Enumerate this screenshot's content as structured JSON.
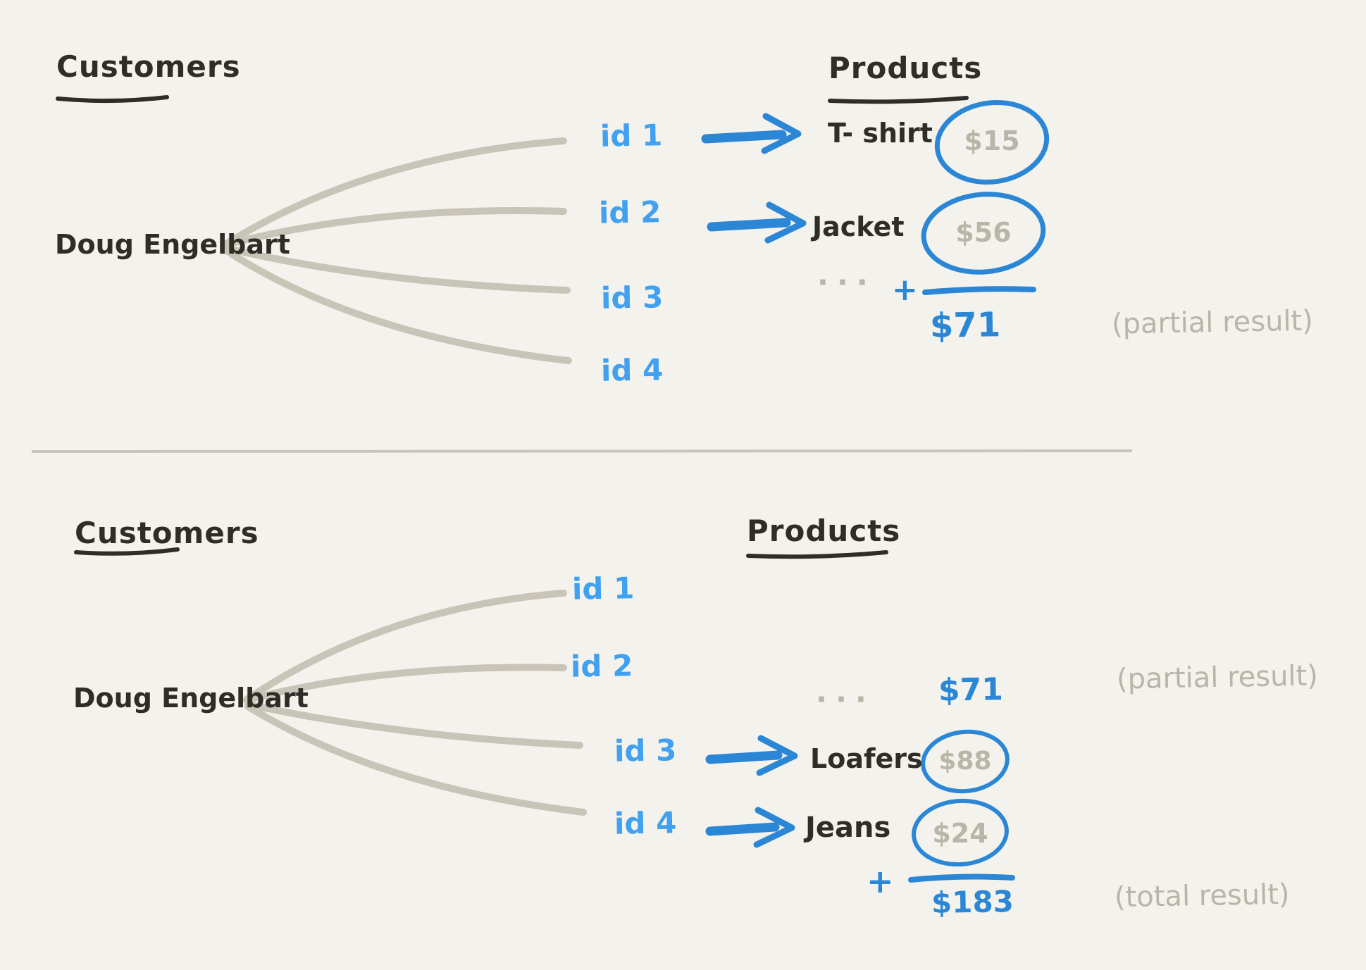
{
  "colors": {
    "background": "#f4f2ec",
    "ink": "#2f2d28",
    "fan_gray": "#c8c4b7",
    "muted_text_gray": "#b9b5a8",
    "id_blue": "#41a1f0",
    "accent_blue": "#2b87d6"
  },
  "top": {
    "customers_title": "Customers",
    "customer_name": "Doug Engelbart",
    "products_title": "Products",
    "ids": [
      "id 1",
      "id 2",
      "id 3",
      "id 4"
    ],
    "mapped": [
      {
        "id": "id 1",
        "product": "T- shirt",
        "price": "$15"
      },
      {
        "id": "id 2",
        "product": "Jacket",
        "price": "$56"
      }
    ],
    "ellipsis": "···",
    "plus": "+",
    "sum": "$71",
    "sum_note": "(partial result)"
  },
  "bottom": {
    "customers_title": "Customers",
    "customer_name": "Doug Engelbart",
    "products_title": "Products",
    "ids": [
      "id 1",
      "id 2",
      "id 3",
      "id 4"
    ],
    "carried_sum": "$71",
    "carried_note": "(partial result)",
    "mapped": [
      {
        "id": "id 3",
        "product": "Loafers",
        "price": "$88"
      },
      {
        "id": "id 4",
        "product": "Jeans",
        "price": "$24"
      }
    ],
    "ellipsis": "···",
    "plus": "+",
    "sum": "$183",
    "sum_note": "(total result)"
  }
}
